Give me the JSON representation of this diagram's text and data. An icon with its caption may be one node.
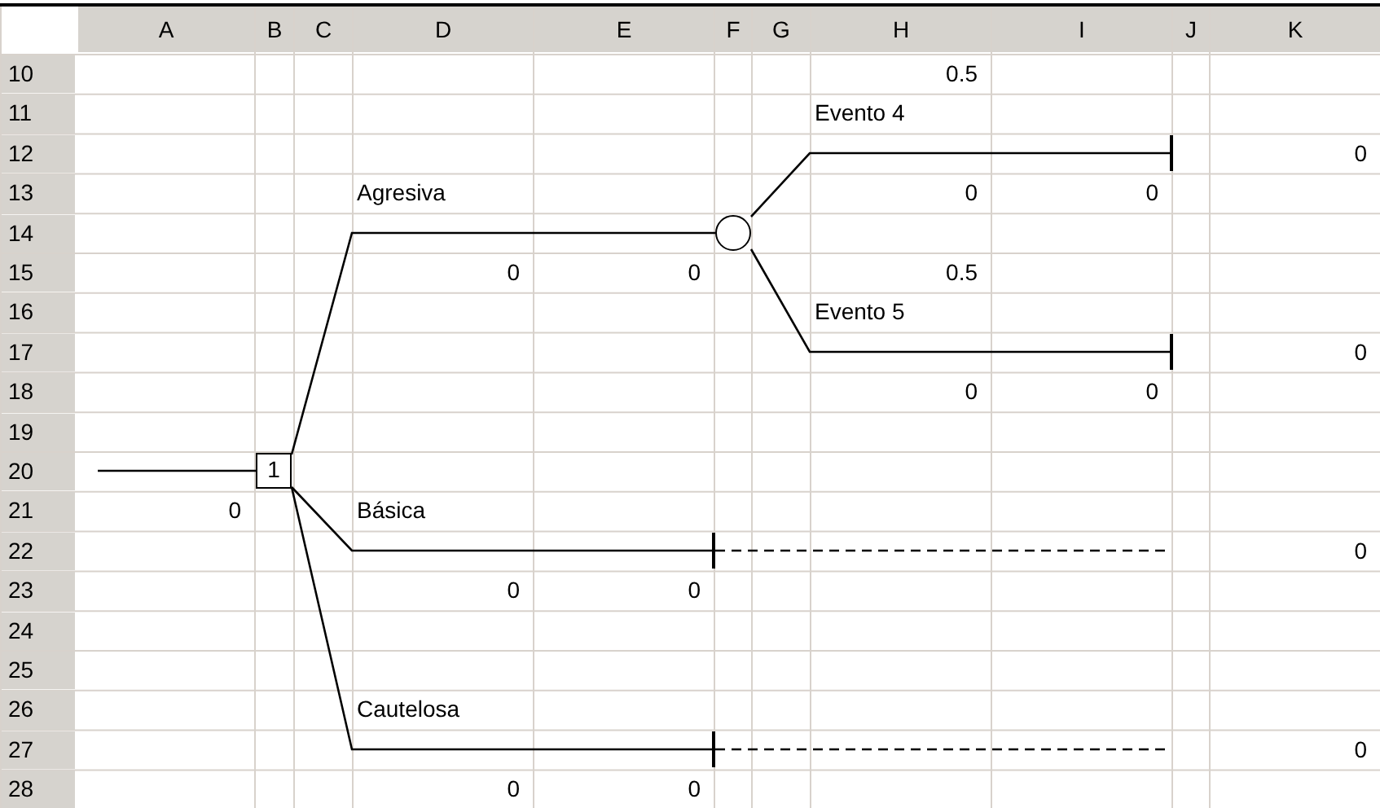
{
  "diagram": {
    "nodes": [
      {
        "text": [
          "1"
        ]
      },
      {
        "text": [],
        "shape": "circle"
      },
      {
        "text": [],
        "shape": "bar"
      },
      {
        "text": [],
        "shape": "bar"
      },
      {
        "text": [],
        "shape": "bar"
      },
      {
        "text": [],
        "shape": "bar"
      }
    ],
    "edges": [
      {
        "from": null,
        "to": 0,
        "arrow": "none"
      },
      {
        "from": 0,
        "to": 1,
        "arrow": "none",
        "label": "Agresiva"
      },
      {
        "from": 0,
        "to": 4,
        "arrow": "none",
        "label": "Básica"
      },
      {
        "from": 0,
        "to": 5,
        "arrow": "none",
        "label": "Cautelosa"
      },
      {
        "from": 1,
        "to": 2,
        "arrow": "none",
        "label": "Evento 4"
      },
      {
        "from": 1,
        "to": 3,
        "arrow": "none",
        "label": "Evento 5"
      },
      {
        "from": 4,
        "to": null,
        "arrow": "none",
        "style": "dashed"
      },
      {
        "from": 5,
        "to": null,
        "arrow": "none",
        "style": "dashed"
      }
    ],
    "labels": [
      "A",
      "B",
      "C",
      "D",
      "E",
      "F",
      "G",
      "H",
      "I",
      "J",
      "K",
      "10",
      "11",
      "12",
      "13",
      "14",
      "15",
      "16",
      "17",
      "18",
      "19",
      "20",
      "21",
      "22",
      "23",
      "24",
      "25",
      "26",
      "27",
      "28",
      "0.5",
      "0",
      "0",
      "0",
      "0",
      "0",
      "0.5",
      "0",
      "0",
      "0",
      "0",
      "0",
      "0",
      "0",
      "0",
      "0",
      "0"
    ]
  }
}
